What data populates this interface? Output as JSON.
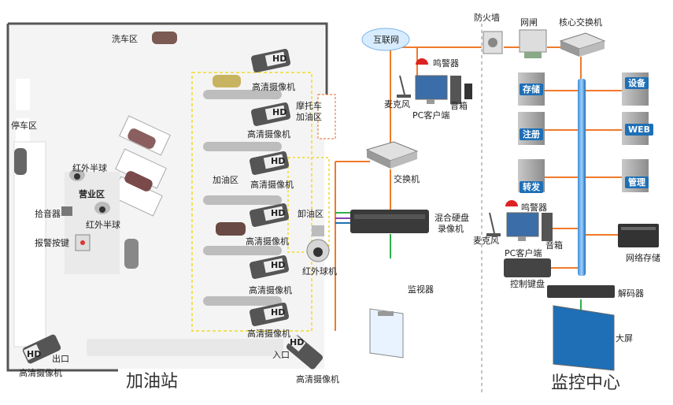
{
  "gas_station": {
    "title": "加油站",
    "car_wash": "洗车区",
    "parking": "停车区",
    "business": "营业区",
    "ir_dome_1": "红外半球",
    "ir_dome_2": "红外半球",
    "pickup": "拾音器",
    "alarm_btn": "报警按键",
    "fuel_area": "加油区",
    "moto_fuel_1": "摩托车",
    "moto_fuel_2": "加油区",
    "unload": "卸油区",
    "ir_ball": "红外球机",
    "entrance": "入口",
    "exit": "出口",
    "cam": "高清摄像机",
    "hd": "HD"
  },
  "network": {
    "internet": "互联网",
    "alarm": "鸣警器",
    "mic": "麦克风",
    "speaker": "音箱",
    "pc": "PC客户端",
    "switch": "交换机",
    "nvr_1": "混合硬盘",
    "nvr_2": "录像机",
    "monitor": "监视器"
  },
  "center": {
    "title": "监控中心",
    "firewall": "防火墙",
    "gateway": "网闸",
    "core_switch": "核心交换机",
    "storage": "存储",
    "register": "注册",
    "forward": "转发",
    "device": "设备",
    "web": "WEB",
    "manage": "管理",
    "alarm": "鸣警器",
    "mic": "麦克风",
    "speaker": "音箱",
    "pc": "PC客户端",
    "keyboard": "控制键盘",
    "net_storage": "网络存储",
    "decoder": "解码器",
    "big_screen": "大屏"
  },
  "colors": {
    "lane": "#d8d8d8",
    "orange_line": "#f07a2a",
    "green_line": "#2fb24a",
    "blue_bus": "#1e6fb6",
    "purple_line": "#8a3fb0"
  }
}
